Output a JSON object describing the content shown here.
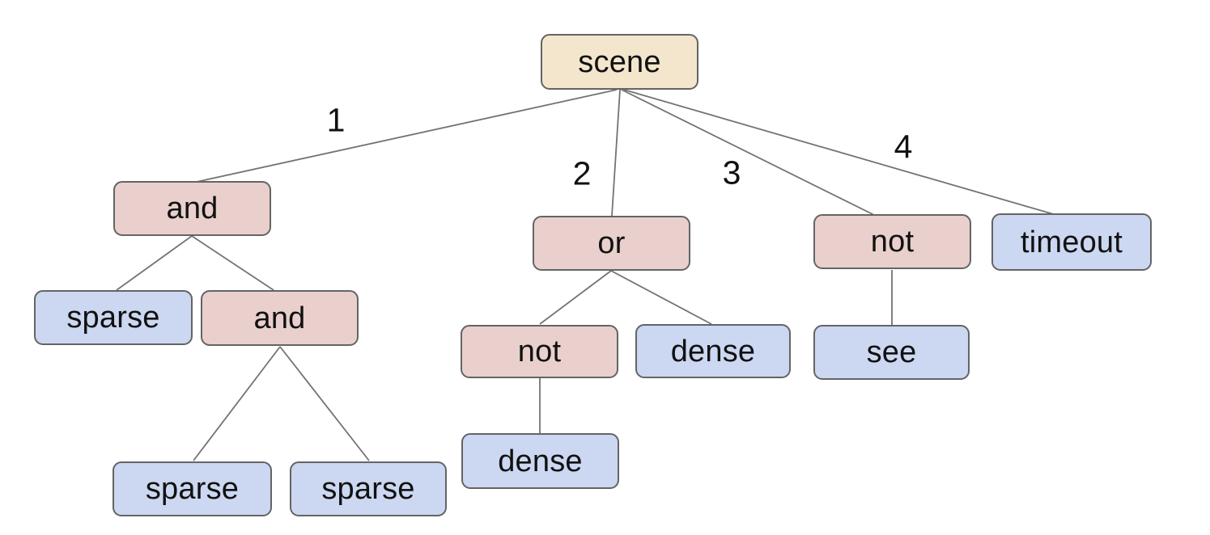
{
  "diagram": {
    "type": "tree",
    "root": "scene"
  },
  "colors": {
    "background": "#ffffff",
    "root_fill": "#f3e6cd",
    "operator_fill": "#e9d0cd",
    "leaf_fill": "#ccd7f1",
    "node_border": "#646464",
    "edge_line": "#737373",
    "text": "#111111"
  },
  "nodes": [
    {
      "id": "scene",
      "label": "scene",
      "kind": "root"
    },
    {
      "id": "and-1",
      "label": "and",
      "kind": "operator"
    },
    {
      "id": "sparse-1",
      "label": "sparse",
      "kind": "leaf"
    },
    {
      "id": "and-2",
      "label": "and",
      "kind": "operator"
    },
    {
      "id": "sparse-2",
      "label": "sparse",
      "kind": "leaf"
    },
    {
      "id": "sparse-3",
      "label": "sparse",
      "kind": "leaf"
    },
    {
      "id": "or",
      "label": "or",
      "kind": "operator"
    },
    {
      "id": "not-under-or",
      "label": "not",
      "kind": "operator"
    },
    {
      "id": "dense-under-or",
      "label": "dense",
      "kind": "leaf"
    },
    {
      "id": "dense-under-not",
      "label": "dense",
      "kind": "leaf"
    },
    {
      "id": "not-under-scene",
      "label": "not",
      "kind": "operator"
    },
    {
      "id": "see",
      "label": "see",
      "kind": "leaf"
    },
    {
      "id": "timeout",
      "label": "timeout",
      "kind": "leaf"
    }
  ],
  "edges": [
    {
      "from": "scene",
      "to": "and-1",
      "label": "1"
    },
    {
      "from": "scene",
      "to": "or",
      "label": "2"
    },
    {
      "from": "scene",
      "to": "not-under-scene",
      "label": "3"
    },
    {
      "from": "scene",
      "to": "timeout",
      "label": "4"
    },
    {
      "from": "and-1",
      "to": "sparse-1",
      "label": ""
    },
    {
      "from": "and-1",
      "to": "and-2",
      "label": ""
    },
    {
      "from": "and-2",
      "to": "sparse-2",
      "label": ""
    },
    {
      "from": "and-2",
      "to": "sparse-3",
      "label": ""
    },
    {
      "from": "or",
      "to": "not-under-or",
      "label": ""
    },
    {
      "from": "or",
      "to": "dense-under-or",
      "label": ""
    },
    {
      "from": "not-under-or",
      "to": "dense-under-not",
      "label": ""
    },
    {
      "from": "not-under-scene",
      "to": "see",
      "label": ""
    }
  ]
}
